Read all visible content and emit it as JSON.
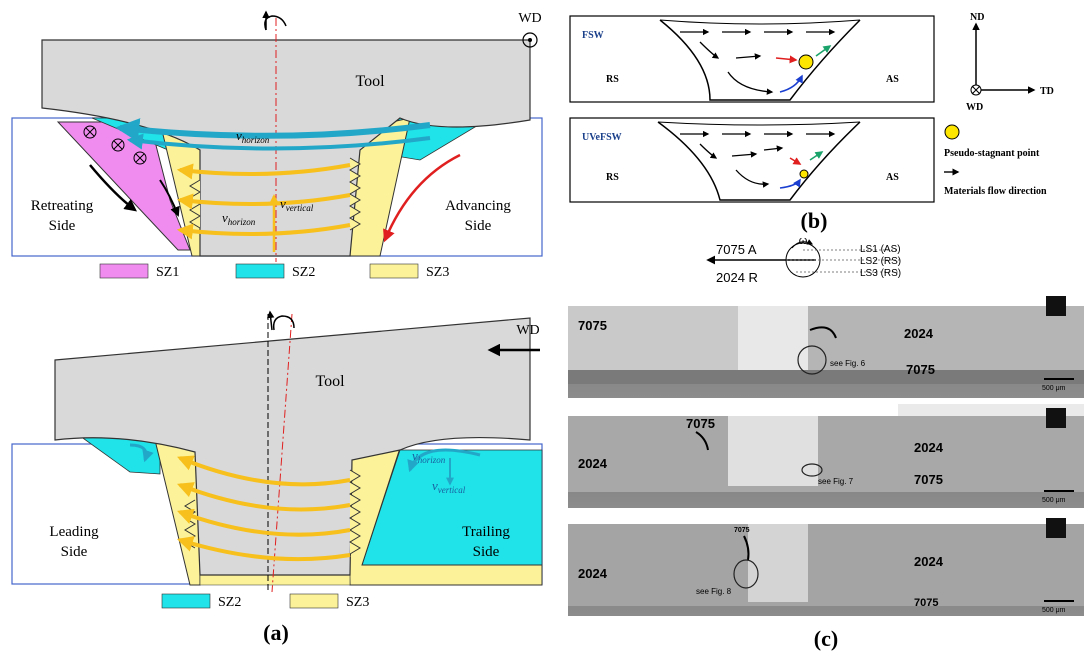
{
  "panel_a": {
    "top": {
      "wd_label": "WD",
      "tool_label": "Tool",
      "v_horizon_top": "v",
      "v_horizon_top_sub": "horizon",
      "v_vertical": "v",
      "v_vertical_sub": "vertical",
      "v_horizon_mid": "v",
      "v_horizon_mid_sub": "horizon",
      "retreating_1": "Retreating",
      "retreating_2": "Side",
      "advancing_1": "Advancing",
      "advancing_2": "Side",
      "legend": [
        "SZ1",
        "SZ2",
        "SZ3"
      ],
      "colors": {
        "sz1": "#f08cf0",
        "sz2": "#1fe3e8",
        "sz3": "#fbf29a",
        "tool": "#d9d9d9",
        "flow_blue": "#23a7c9",
        "flow_yellow": "#f7c01d",
        "red_arrow": "#e02020"
      }
    },
    "bottom": {
      "wd_label": "WD",
      "tool_label": "Tool",
      "v_horizon": "v",
      "v_horizon_sub": "horizon",
      "v_vertical": "v",
      "v_vertical_sub": "vertical",
      "leading_1": "Leading",
      "leading_2": "Side",
      "trailing_1": "Trailing",
      "trailing_2": "Side",
      "legend": [
        "SZ2",
        "SZ3"
      ]
    },
    "caption": "(a)"
  },
  "panel_b": {
    "fsw_label": "FSW",
    "uvefsw_label": "UVeFSW",
    "rs": "RS",
    "as": "AS",
    "axis_nd": "ND",
    "axis_td": "TD",
    "axis_wd": "WD",
    "legend_point": "Pseudo-stagnant point",
    "legend_flow": "Materials flow direction",
    "caption": "(b)"
  },
  "panel_c": {
    "schematic": {
      "omega": "ω",
      "label_a": "7075 A",
      "label_r": "2024 R",
      "ls1": "LS1 (AS)",
      "ls2": "LS2 (RS)",
      "ls3": "LS3 (RS)"
    },
    "micrographs": [
      {
        "left": "7075",
        "right_top": "2024",
        "right_bottom": "7075",
        "see": "see Fig. 6",
        "scale": "500 μm"
      },
      {
        "left_top": "7075",
        "left": "2024",
        "right_top": "2024",
        "right_bottom": "7075",
        "see": "see Fig. 7",
        "scale": "500 μm"
      },
      {
        "left_top": "7075",
        "left": "2024",
        "right_top": "2024",
        "right_bottom": "7075",
        "see": "see Fig. 8",
        "scale": "500 μm"
      }
    ],
    "caption": "(c)"
  }
}
